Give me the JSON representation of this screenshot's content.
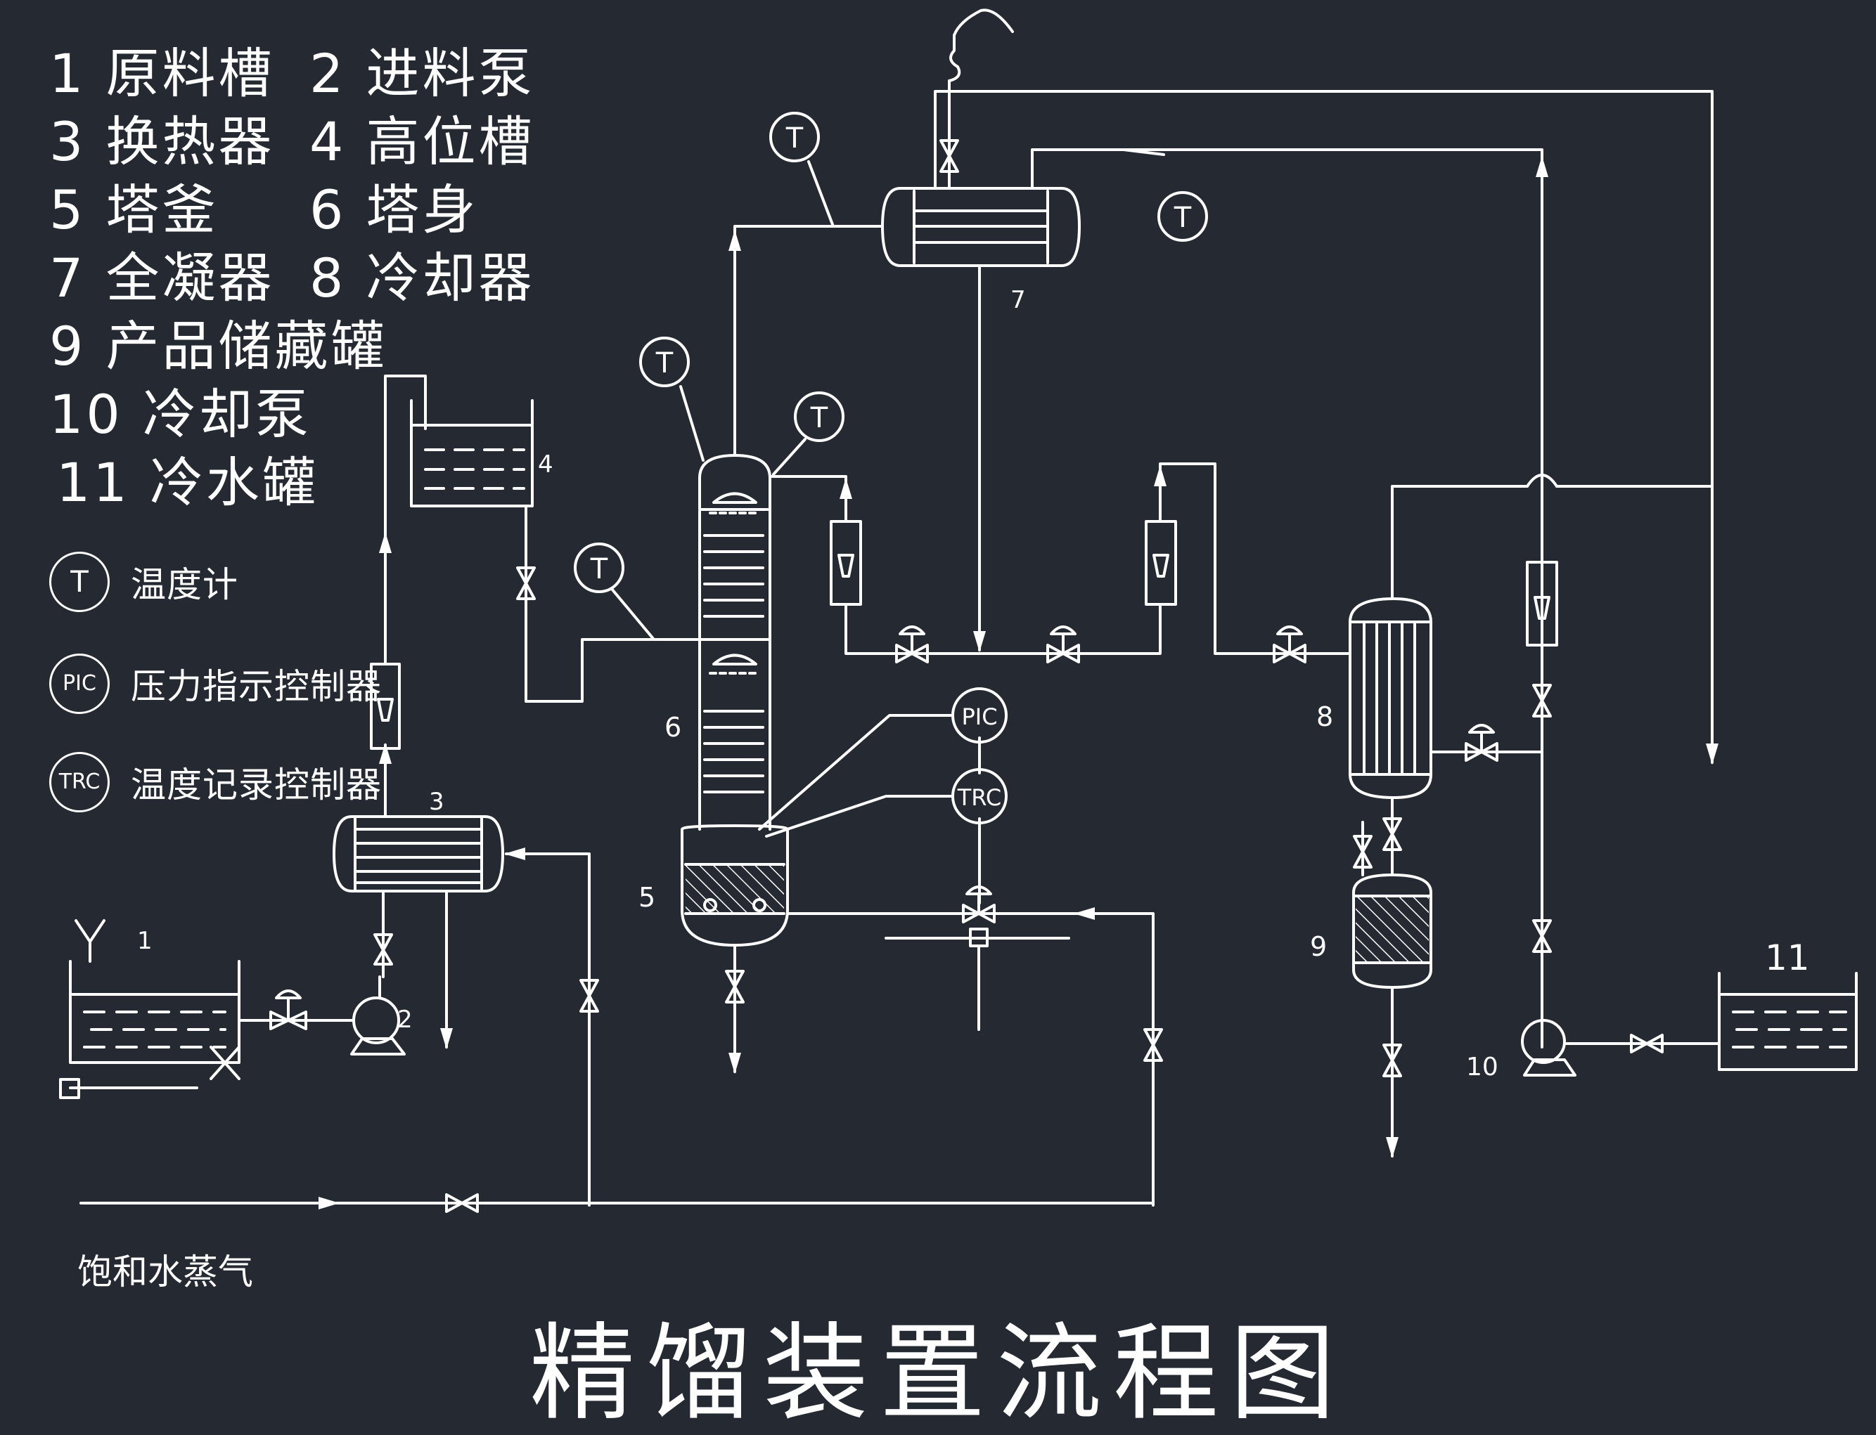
{
  "title": "精馏装置流程图",
  "legend": [
    {
      "num": "1",
      "name": "原料槽"
    },
    {
      "num": "2",
      "name": "进料泵"
    },
    {
      "num": "3",
      "name": "换热器"
    },
    {
      "num": "4",
      "name": "高位槽"
    },
    {
      "num": "5",
      "name": "塔釜"
    },
    {
      "num": "6",
      "name": "塔身"
    },
    {
      "num": "7",
      "name": "全凝器"
    },
    {
      "num": "8",
      "name": "冷却器"
    },
    {
      "num": "9",
      "name": "产品储藏罐"
    },
    {
      "num": "10",
      "name": "冷却泵"
    },
    {
      "num": "11",
      "name": "冷水罐"
    }
  ],
  "symbols": [
    {
      "code": "T",
      "label": "温度计"
    },
    {
      "code": "PIC",
      "label": "压力指示控制器"
    },
    {
      "code": "TRC",
      "label": "温度记录控制器"
    }
  ],
  "instrument_tags": {
    "t": "T",
    "pic": "PIC",
    "trc": "TRC"
  },
  "equipment_numbers": {
    "e1": "1",
    "e2": "2",
    "e3": "3",
    "e4": "4",
    "e5": "5",
    "e6": "6",
    "e7": "7",
    "e8": "8",
    "e9": "9",
    "e10": "10",
    "e11": "11"
  },
  "steam_label": "饱和水蒸气",
  "colors": {
    "background": "#252932",
    "line": "#ffffff"
  }
}
